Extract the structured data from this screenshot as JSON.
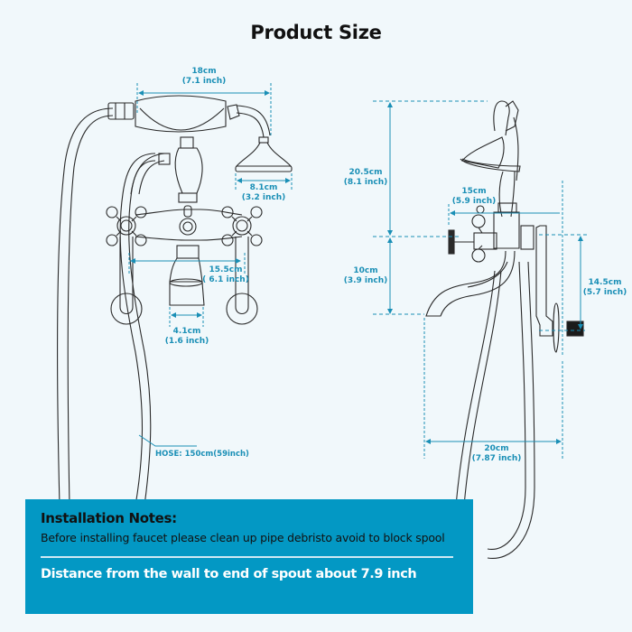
{
  "title": "Product Size",
  "colors": {
    "background": "#f1f8fb",
    "dimension_blue": "#1a8fb6",
    "panel_blue": "#0398c4",
    "line_art": "#2a2a2a"
  },
  "front_view": {
    "handshower_width": {
      "cm": "18cm",
      "inch": "(7.1 inch)"
    },
    "showerhead_diameter": {
      "cm": "8.1cm",
      "inch": "(3.2 inch)"
    },
    "center_spacing": {
      "cm": "15.5cm",
      "inch": "( 6.1 inch)"
    },
    "spout_width": {
      "cm": "4.1cm",
      "inch": "(1.6 inch)"
    },
    "hose": "HOSE: 150cm(59inch)"
  },
  "side_view": {
    "height_top": {
      "cm": "20.5cm",
      "inch": "(8.1 inch)"
    },
    "handle_depth": {
      "cm": "15cm",
      "inch": "(5.9 inch)"
    },
    "spout_drop": {
      "cm": "10cm",
      "inch": "(3.9 inch)"
    },
    "bracket_height": {
      "cm": "14.5cm",
      "inch": "(5.7 inch)"
    },
    "spout_reach": {
      "cm": "20cm",
      "inch": "(7.87 inch)"
    }
  },
  "notes": {
    "heading": "Installation Notes:",
    "body": "Before installing faucet please clean up pipe debristo avoid to block spool",
    "footer": "Distance from the wall to end of spout about 7.9 inch"
  }
}
